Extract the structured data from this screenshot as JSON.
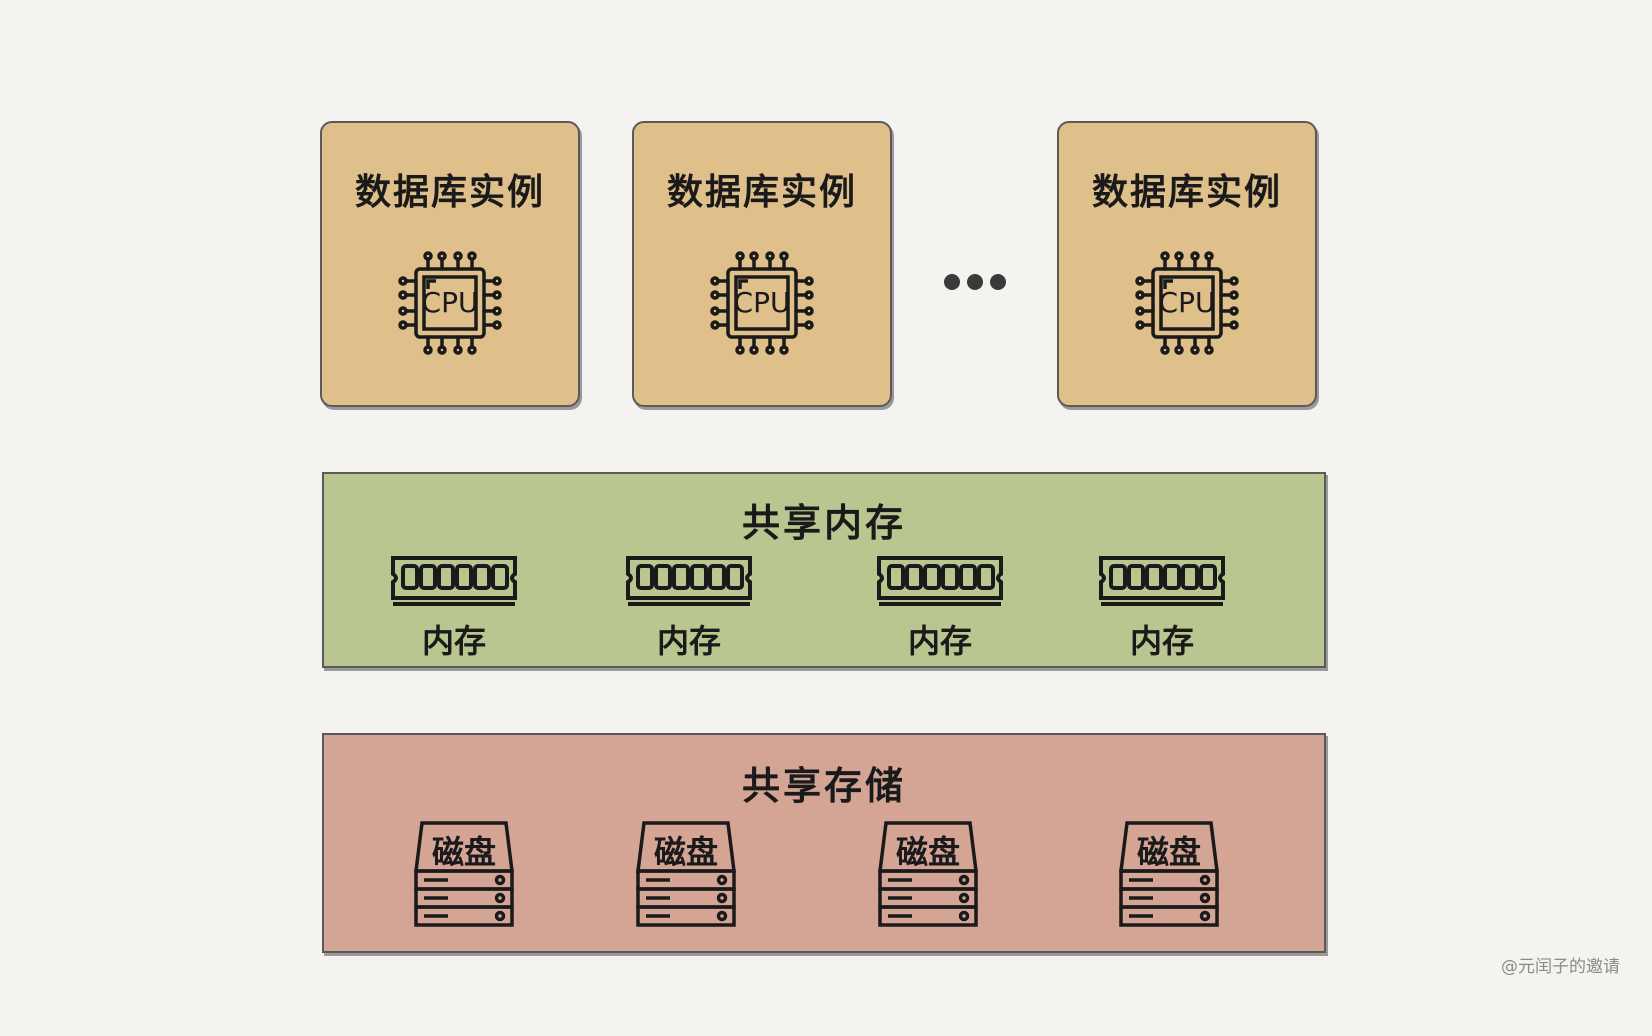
{
  "instances": [
    {
      "title": "数据库实例",
      "chip_label": "CPU"
    },
    {
      "title": "数据库实例",
      "chip_label": "CPU"
    },
    {
      "title": "数据库实例",
      "chip_label": "CPU"
    }
  ],
  "shared_memory": {
    "title": "共享内存",
    "modules": [
      {
        "label": "内存"
      },
      {
        "label": "内存"
      },
      {
        "label": "内存"
      },
      {
        "label": "内存"
      }
    ]
  },
  "shared_storage": {
    "title": "共享存储",
    "disks": [
      {
        "label": "磁盘"
      },
      {
        "label": "磁盘"
      },
      {
        "label": "磁盘"
      },
      {
        "label": "磁盘"
      }
    ]
  },
  "watermark": "@元闰子的邀请",
  "colors": {
    "instance_fill": "#dfbf8a",
    "memory_fill": "#b9c68f",
    "storage_fill": "#d4a495",
    "background": "#f4f3ef"
  }
}
